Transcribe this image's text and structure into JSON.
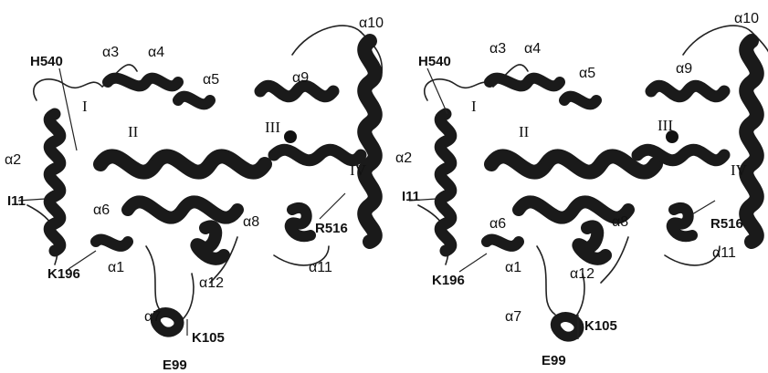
{
  "figure": {
    "panels": [
      {
        "id": "left",
        "residues": [
          "H540",
          "I11",
          "K196",
          "R516",
          "K105",
          "E99"
        ],
        "helices": [
          "α1",
          "α2",
          "α3",
          "α4",
          "α5",
          "α6",
          "α7",
          "α8",
          "α9",
          "α10",
          "α11",
          "α12"
        ],
        "domains": [
          "I",
          "II",
          "III",
          "IV"
        ]
      },
      {
        "id": "right",
        "residues": [
          "H540",
          "I11",
          "K196",
          "R516",
          "K105",
          "E99"
        ],
        "helices": [
          "α1",
          "α2",
          "α3",
          "α4",
          "α5",
          "α6",
          "α7",
          "α8",
          "α9",
          "α10",
          "α11",
          "α12"
        ],
        "domains": [
          "I",
          "II",
          "III",
          "IV"
        ]
      }
    ],
    "colors": {
      "ribbon_dark": "#1a1a1a",
      "ribbon_light": "#9a9a9a",
      "background": "#ffffff"
    }
  }
}
